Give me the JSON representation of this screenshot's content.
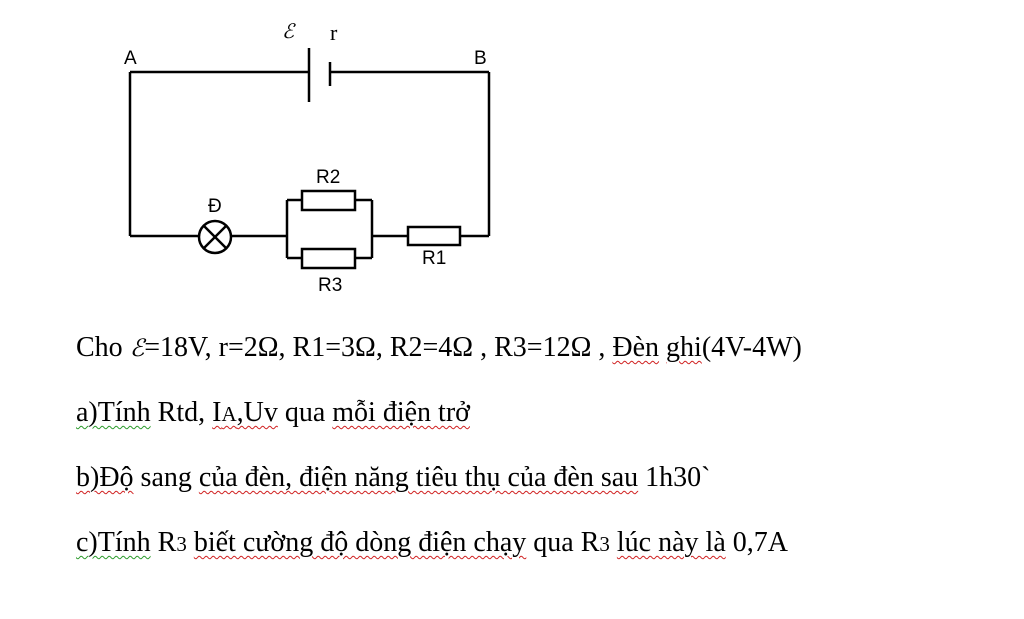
{
  "circuit": {
    "node_a": "A",
    "node_b": "B",
    "emf_symbol": "ℰ",
    "internal_r": "r",
    "lamp": "Đ",
    "r1": "R1",
    "r2": "R2",
    "r3": "R3"
  },
  "problem": {
    "line1": {
      "p1": "Cho ",
      "emf": "ℰ",
      "p2": "=18V, r=2Ω, R1=3Ω, R2=4Ω , R3=12Ω , ",
      "w1": "Đèn",
      "sp": " ",
      "w2": "ghi",
      "p3": "(4V-4W)"
    },
    "line2": {
      "w1": "a)Tính",
      "p1": " Rtd, ",
      "w2_a": "I",
      "w2_b": "A",
      "w2_c": ",Uv",
      "p2": " qua ",
      "w3": "mỗi điện trở"
    },
    "line3": {
      "w1": "b)Độ",
      "p1": " sang ",
      "w2": "của đèn, điện năng tiêu thụ của đèn sau",
      "p2": " 1h30`"
    },
    "line4": {
      "w1": "c)Tính",
      "p1": " R",
      "s1": "3",
      "p2": " ",
      "w2": "biết cường độ dòng điện chạy",
      "p3": " qua R",
      "s2": "3",
      "p4": " ",
      "w3": "lúc này là",
      "p5": " 0,7A"
    }
  }
}
